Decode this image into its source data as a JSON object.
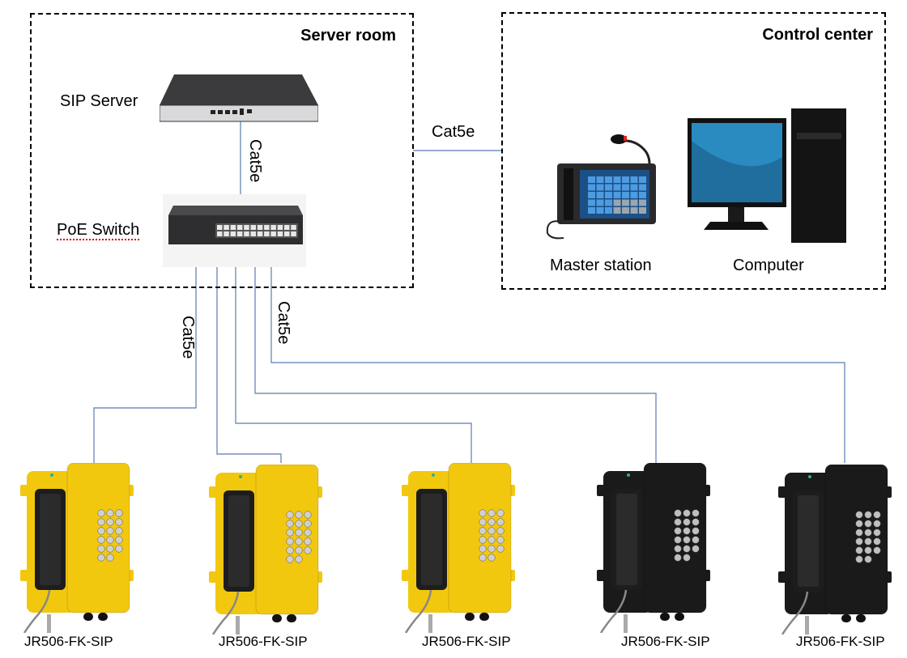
{
  "zones": {
    "server_room": {
      "title": "Server room"
    },
    "control_center": {
      "title": "Control center"
    }
  },
  "devices": {
    "sip_server": {
      "label": "SIP Server",
      "icon": "rack-server-icon"
    },
    "poe_switch": {
      "label": "PoE Switch",
      "icon": "network-switch-icon"
    },
    "master_station": {
      "label": "Master station",
      "icon": "master-station-icon"
    },
    "computer": {
      "label": "Computer",
      "icon": "desktop-computer-icon"
    }
  },
  "links": {
    "server_to_switch": "Cat5e",
    "server_room_to_control": "Cat5e",
    "switch_to_phones_left": "Cat5e",
    "switch_to_phones_right": "Cat5e"
  },
  "phones": [
    {
      "label": "JR506-FK-SIP",
      "color": "yellow"
    },
    {
      "label": "JR506-FK-SIP",
      "color": "yellow"
    },
    {
      "label": "JR506-FK-SIP",
      "color": "yellow"
    },
    {
      "label": "JR506-FK-SIP",
      "color": "black"
    },
    {
      "label": "JR506-FK-SIP",
      "color": "black"
    }
  ],
  "colors": {
    "wire": "#5a7bb0",
    "phone_yellow": "#f2c80f",
    "phone_black": "#1a1a1a",
    "screen_blue": "#2a7fc4"
  }
}
